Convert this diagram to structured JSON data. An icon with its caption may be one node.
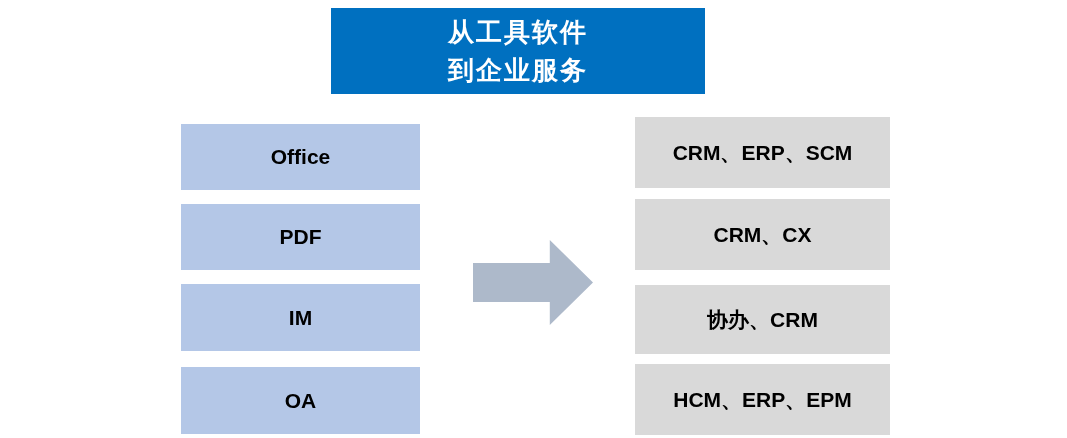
{
  "diagram": {
    "nodes": [
      {
        "text": [
          "从工具软件到企业服务"
        ]
      },
      {
        "text": [
          "Office"
        ]
      },
      {
        "text": [
          "PDF"
        ]
      },
      {
        "text": [
          "IM"
        ]
      },
      {
        "text": [
          "OA"
        ]
      },
      {
        "text": [],
        "shape": "arrow"
      },
      {
        "text": [
          "CRM、ERP、SCM"
        ]
      },
      {
        "text": [
          "CRM、CX"
        ]
      },
      {
        "text": [
          "协办、CRM"
        ]
      },
      {
        "text": [
          "HCM、ERP、EPM"
        ]
      }
    ]
  }
}
